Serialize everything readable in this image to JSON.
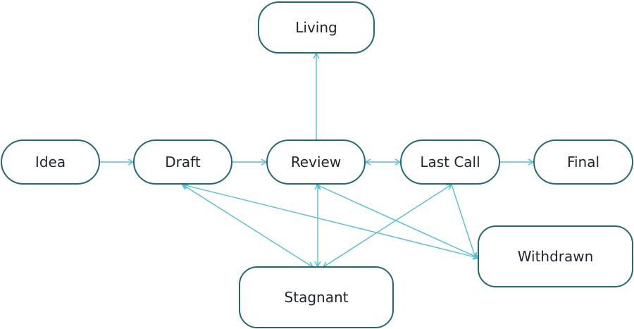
{
  "diagram": {
    "stroke_color": "#4cc3d9",
    "border_color": "#1f6b73",
    "text_color": "#1f2430",
    "nodes": {
      "living": "Living",
      "idea": "Idea",
      "draft": "Draft",
      "review": "Review",
      "last_call": "Last Call",
      "final": "Final",
      "withdrawn": "Withdrawn",
      "stagnant": "Stagnant"
    },
    "edges": [
      {
        "from": "idea",
        "to": "draft",
        "bidirectional": false
      },
      {
        "from": "draft",
        "to": "review",
        "bidirectional": false
      },
      {
        "from": "review",
        "to": "last_call",
        "bidirectional": true
      },
      {
        "from": "last_call",
        "to": "final",
        "bidirectional": false
      },
      {
        "from": "review",
        "to": "living",
        "bidirectional": false
      },
      {
        "from": "draft",
        "to": "stagnant",
        "bidirectional": true
      },
      {
        "from": "draft",
        "to": "withdrawn",
        "bidirectional": true
      },
      {
        "from": "review",
        "to": "stagnant",
        "bidirectional": true
      },
      {
        "from": "review",
        "to": "withdrawn",
        "bidirectional": true
      },
      {
        "from": "last_call",
        "to": "stagnant",
        "bidirectional": true
      },
      {
        "from": "last_call",
        "to": "withdrawn",
        "bidirectional": false
      }
    ]
  }
}
